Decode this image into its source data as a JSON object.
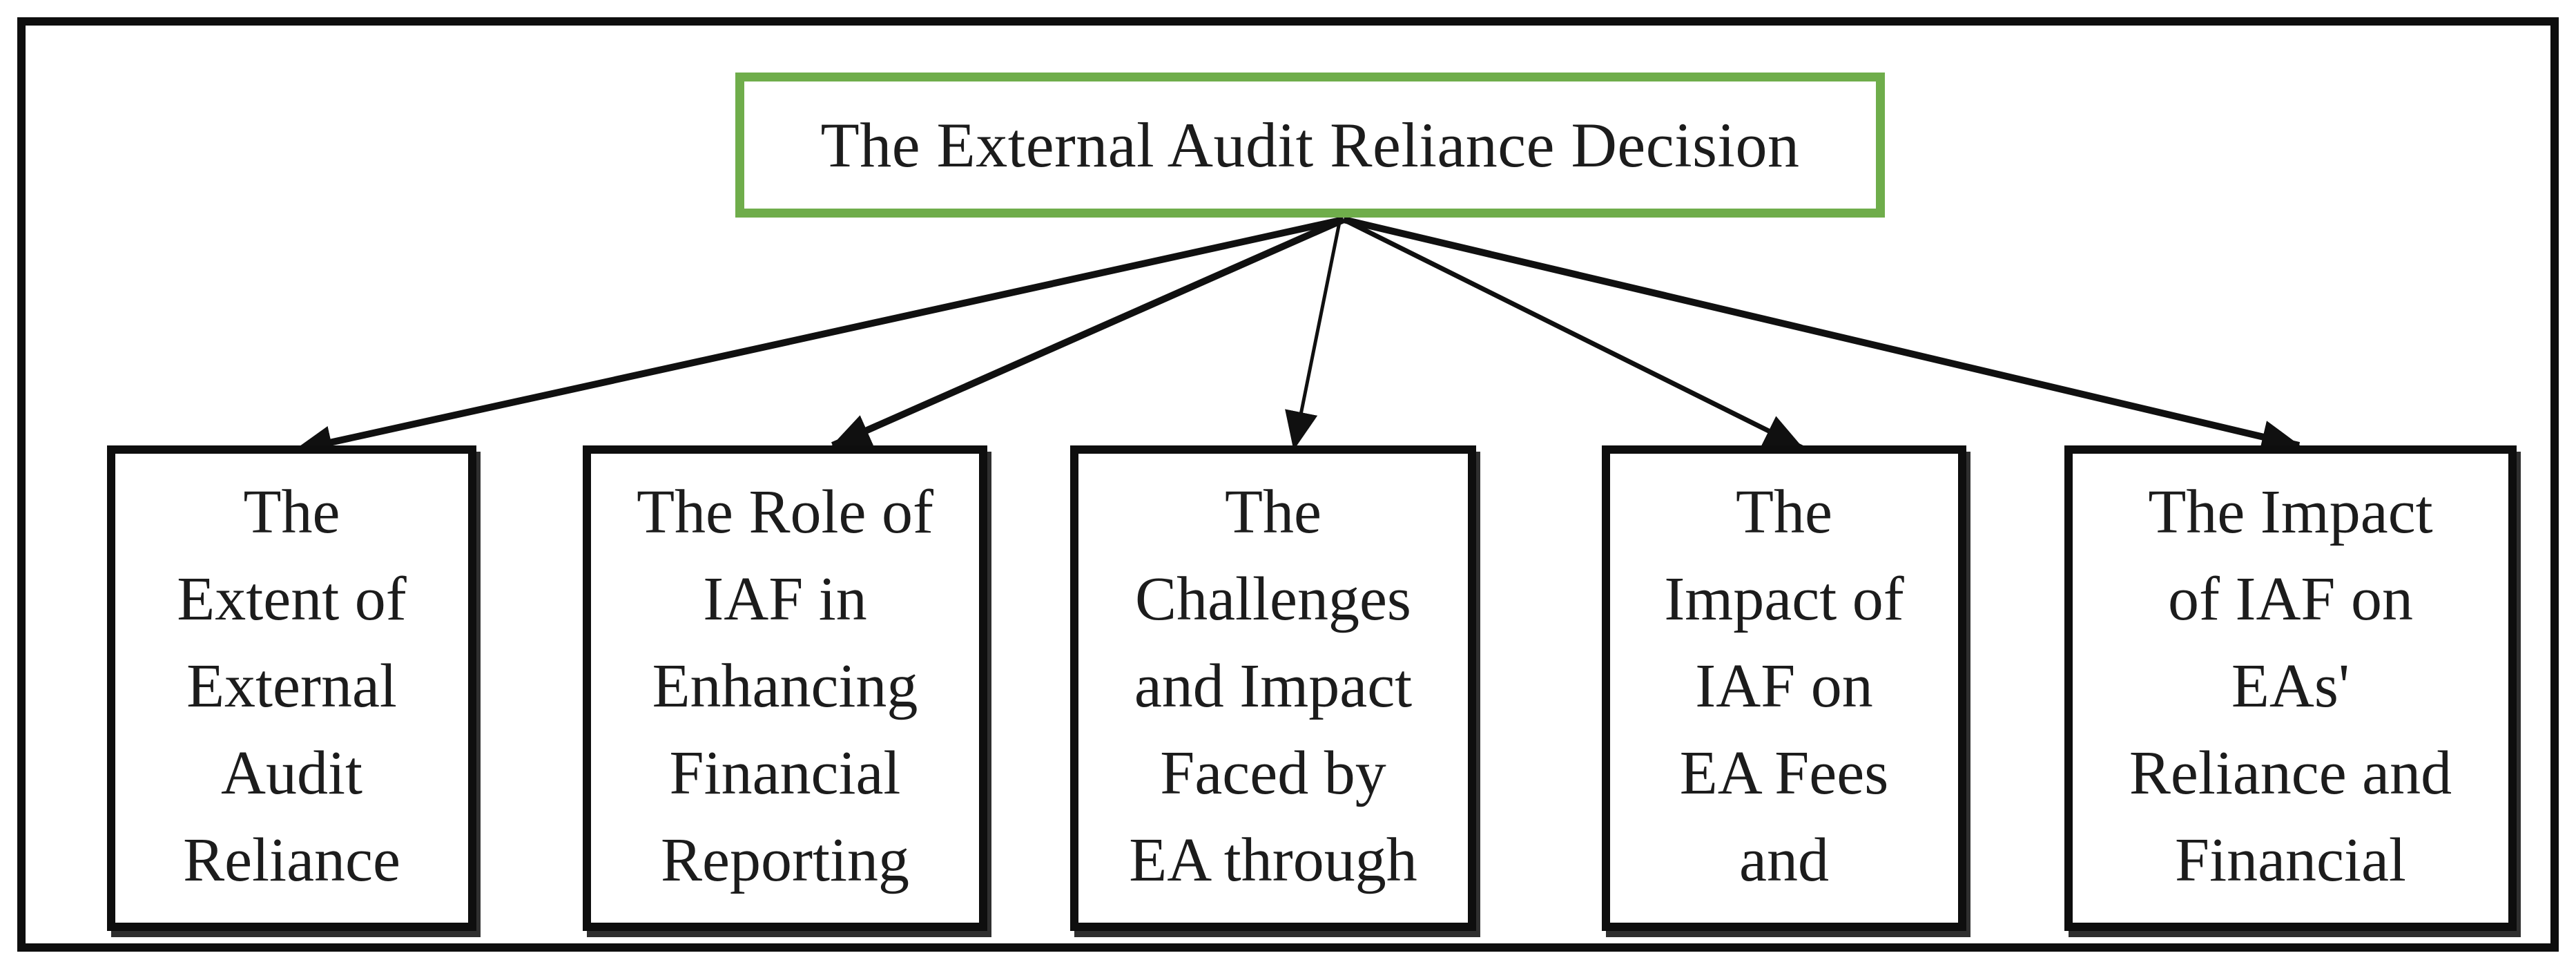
{
  "title": {
    "text": "The External Audit Reliance Decision"
  },
  "colors": {
    "title_border_green": "#6fad4b",
    "frame_black": "#0e0e0e",
    "arrow_black": "#101010",
    "text": "#1c1c1c"
  },
  "boxes": [
    {
      "id": "extent-of-external-audit-reliance",
      "lines": [
        "The",
        "Extent of",
        "External",
        "Audit",
        "Reliance"
      ]
    },
    {
      "id": "role-of-iaf-in-financial-reporting",
      "lines": [
        "The Role of",
        "IAF in",
        "Enhancing",
        "Financial",
        "Reporting"
      ]
    },
    {
      "id": "challenges-and-impact-faced-by-ea",
      "lines": [
        "The",
        "Challenges",
        "and Impact",
        "Faced by",
        "EA through"
      ]
    },
    {
      "id": "impact-of-iaf-on-ea-fees",
      "lines": [
        "The",
        "Impact of",
        "IAF on",
        "EA Fees",
        "and"
      ]
    },
    {
      "id": "impact-of-iaf-on-eas-reliance",
      "lines": [
        "The Impact",
        "of IAF on",
        "EAs'",
        "Reliance and",
        "Financial"
      ]
    }
  ]
}
